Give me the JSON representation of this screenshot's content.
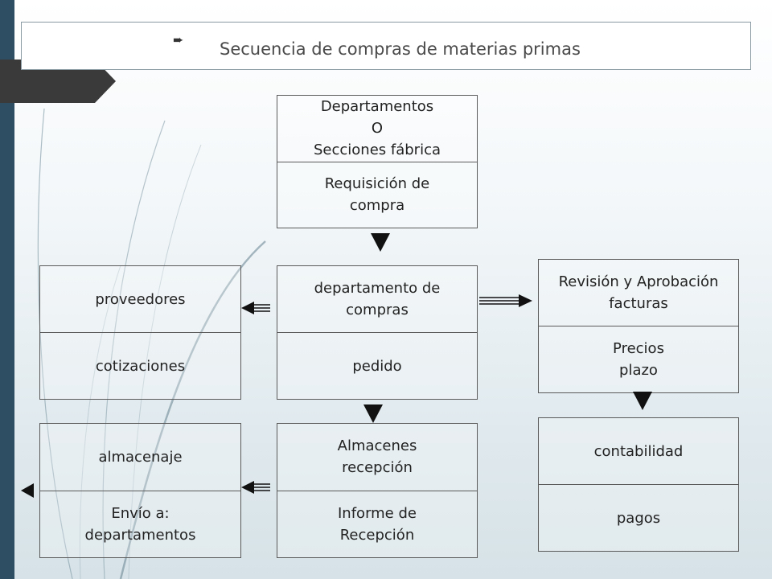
{
  "title": {
    "bullet_icon": "arrow-bullet-icon",
    "text": "Secuencia de compras de materias primas"
  },
  "boxes": {
    "departamentos": {
      "top": "Departamentos\nO\nSecciones fábrica",
      "bottom": "Requisición de\ncompra"
    },
    "proveedores": {
      "top": "proveedores",
      "bottom": "cotizaciones"
    },
    "compras": {
      "top": "departamento de\ncompras",
      "bottom": "pedido"
    },
    "revision": {
      "top": "Revisión y Aprobación\nfacturas",
      "bottom": "Precios\nplazo"
    },
    "almacenaje": {
      "top": "almacenaje",
      "bottom": "Envío a:\ndepartamentos"
    },
    "almacenes": {
      "top": "Almacenes\nrecepción",
      "bottom": "Informe de\nRecepción"
    },
    "contabilidad": {
      "top": "contabilidad",
      "bottom": "pagos"
    }
  },
  "colors": {
    "side_bar": "#2e4f63",
    "tab": "#3a3a3a",
    "border": "#5a5a5a",
    "arrow": "#111111"
  }
}
